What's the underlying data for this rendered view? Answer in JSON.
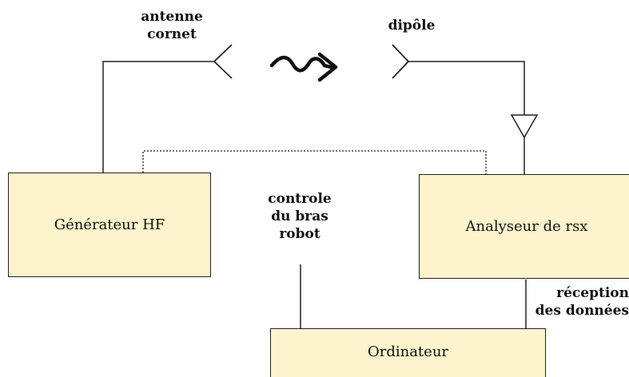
{
  "diagram": {
    "boxes": {
      "generator": "Générateur HF",
      "analyzer": "Analyseur de rsx",
      "computer": "Ordinateur"
    },
    "labels": {
      "horn_antenna": [
        "antenne",
        "cornet"
      ],
      "dipole": "dipôle",
      "robot_arm_control": [
        "controle",
        "du bras",
        "robot"
      ],
      "data_reception": [
        "réception",
        "des données"
      ]
    },
    "colors": {
      "box_fill": "#fdf3cc",
      "line": "#222222"
    },
    "icons": [
      "horn-antenna-icon",
      "dipole-antenna-icon",
      "wave-arrow-icon",
      "amplifier-triangle-icon"
    ]
  }
}
